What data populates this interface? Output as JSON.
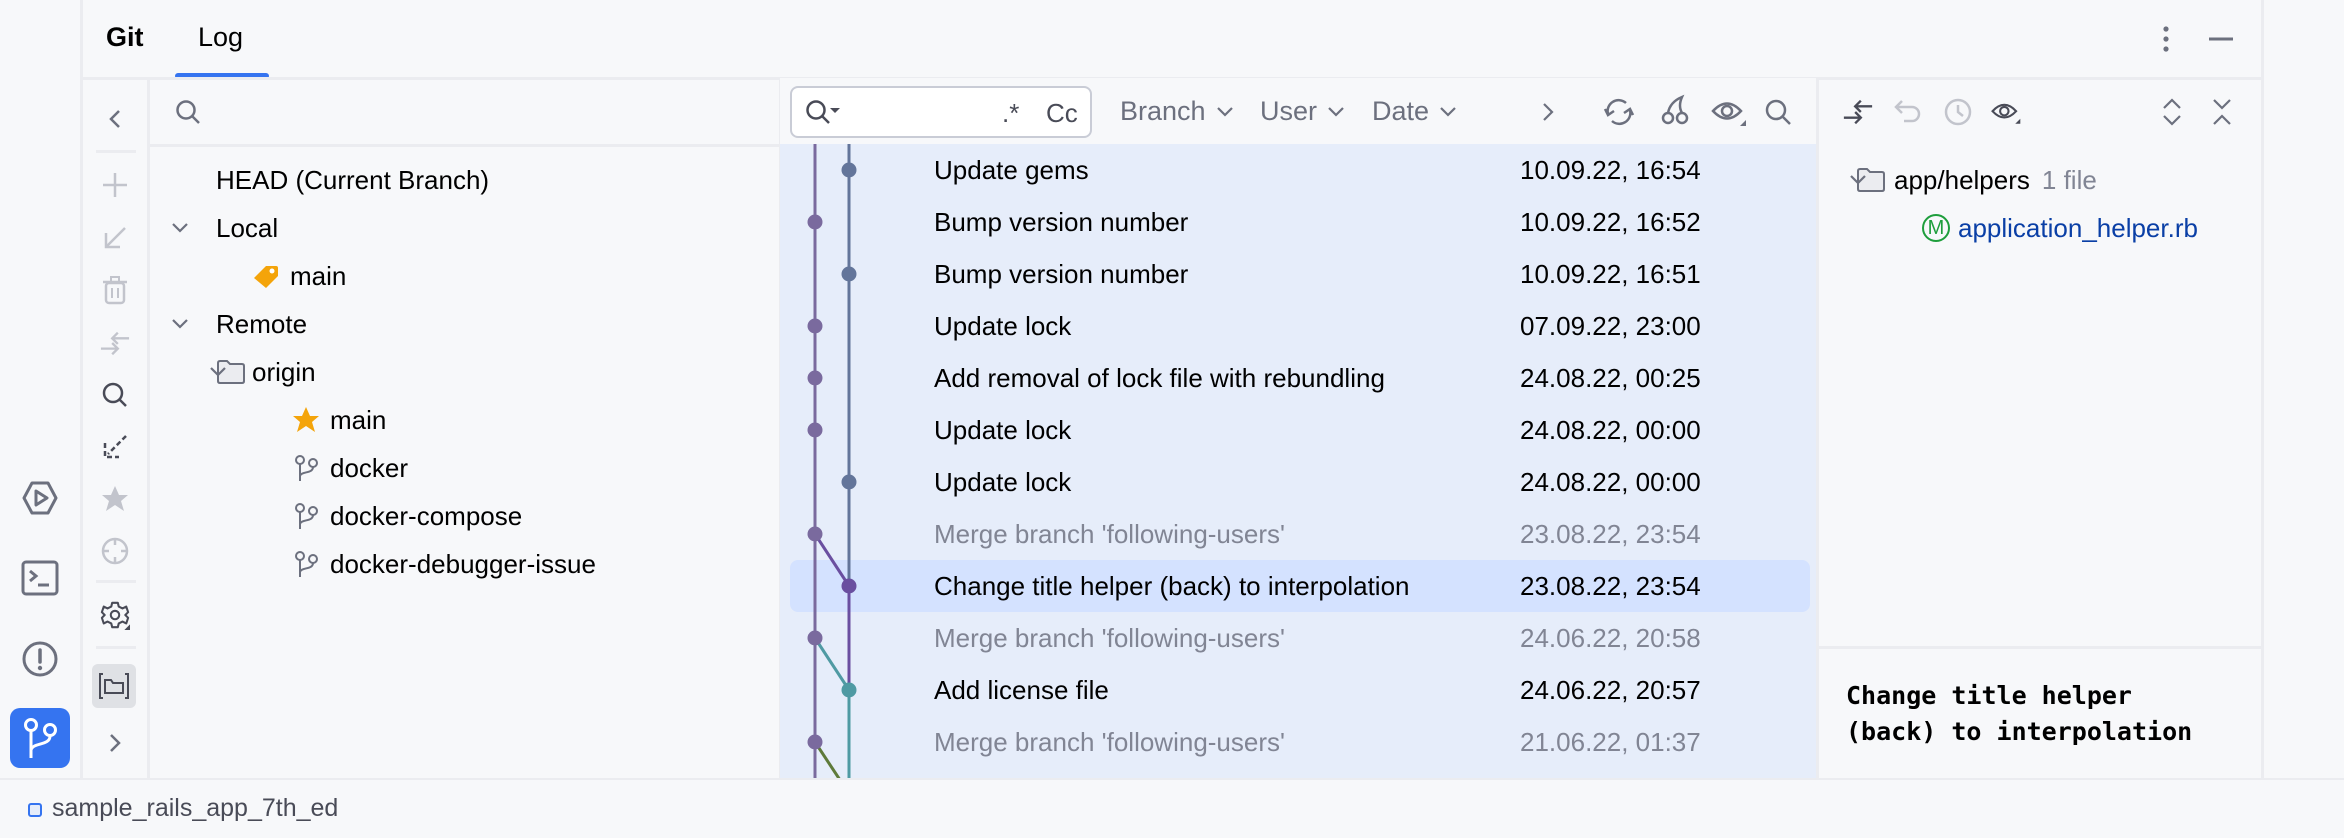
{
  "window": {
    "tabs": [
      {
        "label": "Git",
        "active": false
      },
      {
        "label": "Log",
        "active": true
      }
    ],
    "header_actions": [
      "more-options-icon",
      "minimize-icon"
    ]
  },
  "left_strip": {
    "tools": [
      {
        "name": "run-services",
        "icon": "run-hexagon-icon",
        "active": false
      },
      {
        "name": "terminal",
        "icon": "terminal-icon",
        "active": false
      },
      {
        "name": "problems",
        "icon": "problems-icon",
        "active": false
      },
      {
        "name": "git",
        "icon": "git-branch-icon",
        "active": true
      }
    ]
  },
  "git_toolbar": {
    "icons": [
      {
        "name": "collapse-left-icon",
        "enabled": true
      },
      {
        "name": "new-branch-icon",
        "enabled": false
      },
      {
        "name": "update-icon",
        "enabled": false
      },
      {
        "name": "delete-icon",
        "enabled": false
      },
      {
        "name": "compare-icon",
        "enabled": false
      },
      {
        "name": "search-icon",
        "enabled": true
      },
      {
        "name": "fetch-icon",
        "enabled": true
      },
      {
        "name": "favorite-icon",
        "enabled": false
      },
      {
        "name": "navigate-icon",
        "enabled": false
      },
      {
        "name": "settings-icon",
        "enabled": true
      },
      {
        "name": "group-by-repo-icon",
        "enabled": true,
        "active": true
      },
      {
        "name": "expand-right-icon",
        "enabled": true
      }
    ]
  },
  "branches": {
    "search_placeholder": "",
    "head": "HEAD (Current Branch)",
    "local_label": "Local",
    "local": [
      {
        "name": "main",
        "icon": "tag-icon"
      }
    ],
    "remote_label": "Remote",
    "remote_folder": "origin",
    "remote": [
      {
        "name": "main",
        "icon": "star-icon"
      },
      {
        "name": "docker",
        "icon": "branch-icon"
      },
      {
        "name": "docker-compose",
        "icon": "branch-icon"
      },
      {
        "name": "docker-debugger-issue",
        "icon": "branch-icon"
      }
    ]
  },
  "log": {
    "search": {
      "value": "",
      "regex_label": ".*",
      "case_label": "Cc"
    },
    "filters": {
      "branch": "Branch",
      "user": "User",
      "date": "Date"
    },
    "actions": [
      "refresh-icon",
      "cherry-pick-icon",
      "view-options-icon",
      "find-icon"
    ],
    "commits": [
      {
        "message": "Update gems",
        "date": "10.09.22, 16:54",
        "dim": false,
        "lane": 1,
        "selected": false
      },
      {
        "message": "Bump version number",
        "date": "10.09.22, 16:52",
        "dim": false,
        "lane": 0,
        "selected": false
      },
      {
        "message": "Bump version number",
        "date": "10.09.22, 16:51",
        "dim": false,
        "lane": 1,
        "selected": false
      },
      {
        "message": "Update lock",
        "date": "07.09.22, 23:00",
        "dim": false,
        "lane": 0,
        "selected": false
      },
      {
        "message": "Add removal of lock file with rebundling",
        "date": "24.08.22, 00:25",
        "dim": false,
        "lane": 0,
        "selected": false
      },
      {
        "message": "Update lock",
        "date": "24.08.22, 00:00",
        "dim": false,
        "lane": 0,
        "selected": false
      },
      {
        "message": "Update lock",
        "date": "24.08.22, 00:00",
        "dim": false,
        "lane": 1,
        "selected": false
      },
      {
        "message": "Merge branch 'following-users'",
        "date": "23.08.22, 23:54",
        "dim": true,
        "lane": 0,
        "selected": false
      },
      {
        "message": "Change title helper (back) to interpolation",
        "date": "23.08.22, 23:54",
        "dim": false,
        "lane": 1,
        "selected": true
      },
      {
        "message": "Merge branch 'following-users'",
        "date": "24.06.22, 20:58",
        "dim": true,
        "lane": 0,
        "selected": false
      },
      {
        "message": "Add license file",
        "date": "24.06.22, 20:57",
        "dim": false,
        "lane": 1,
        "selected": false
      },
      {
        "message": "Merge branch 'following-users'",
        "date": "21.06.22, 01:37",
        "dim": true,
        "lane": 0,
        "selected": false
      }
    ],
    "graph_colors": {
      "lane0": "#7a6a9e",
      "lane1_top": "#63759a",
      "lane1_purple": "#6a4fa0",
      "teal": "#4f9aa3",
      "olive": "#5e7a3a"
    }
  },
  "changes": {
    "toolbar": [
      "compare-changes-icon",
      "revert-icon",
      "history-icon",
      "preview-icon",
      "expand-all-icon",
      "collapse-all-icon"
    ],
    "folder": {
      "path": "app/helpers",
      "count": "1 file"
    },
    "files": [
      {
        "name": "application_helper.rb",
        "status": "M",
        "status_color": "#1e9e3c",
        "name_color": "#0a3fa6"
      }
    ],
    "commit_message": "Change title helper\n(back) to interpolation"
  },
  "statusbar": {
    "project": "sample_rails_app_7th_ed"
  },
  "colors": {
    "accent": "#3574f0",
    "bg": "#f7f8fa",
    "log_bg": "#e6edfa",
    "selected_row": "#d4e2ff",
    "border": "#ebecf0",
    "muted": "#6c707e",
    "tag": "#f4a40a"
  }
}
